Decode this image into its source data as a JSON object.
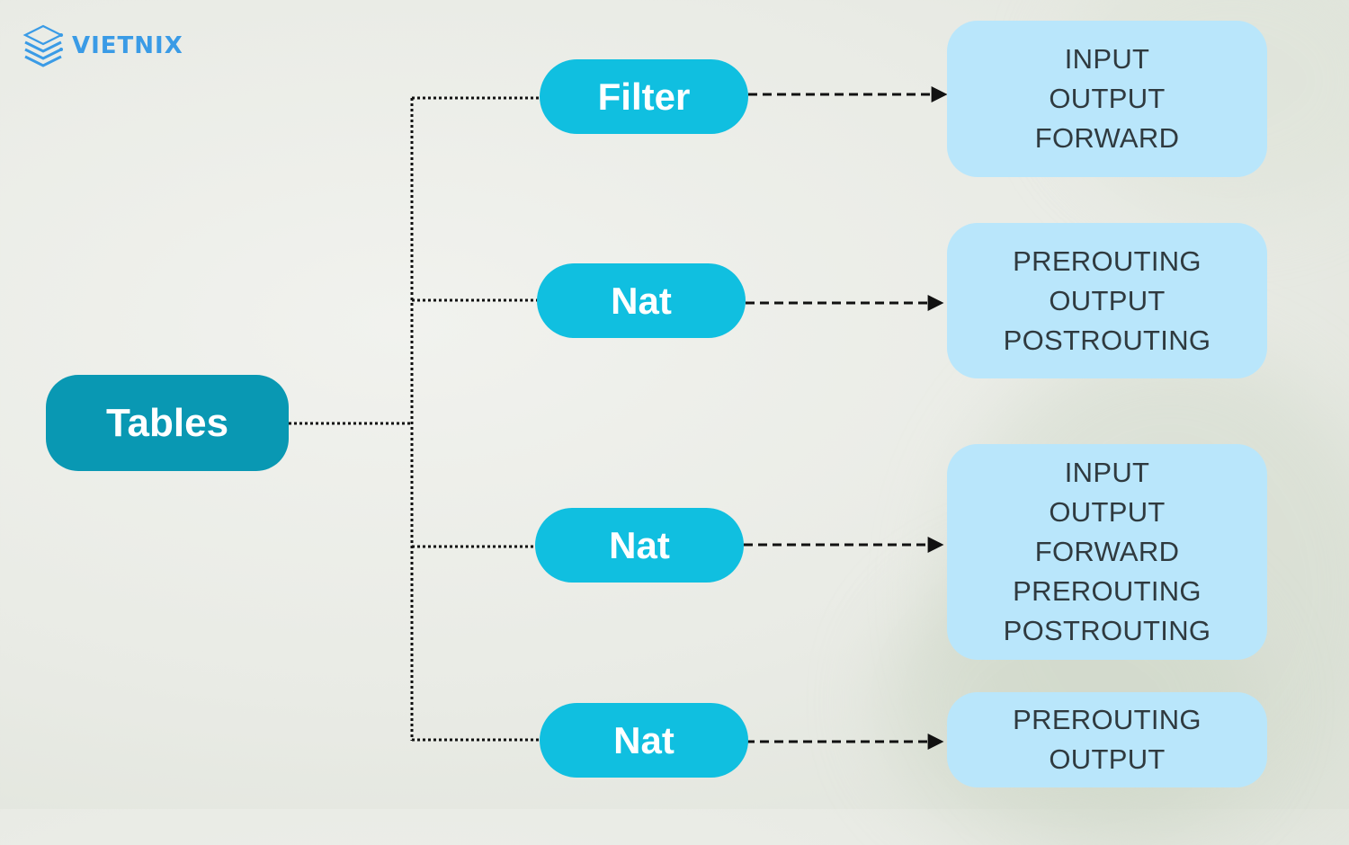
{
  "brand": {
    "name": "VIETNIX",
    "color": "#3a9be6",
    "icon": "stacked-layers-icon"
  },
  "root": {
    "label": "Tables",
    "color": "#0998b3"
  },
  "tables": [
    {
      "label": "Filter",
      "chains": [
        "INPUT",
        "OUTPUT",
        "FORWARD"
      ]
    },
    {
      "label": "Nat",
      "chains": [
        "PREROUTING",
        "OUTPUT",
        "POSTROUTING"
      ]
    },
    {
      "label": "Nat",
      "chains": [
        "INPUT",
        "OUTPUT",
        "FORWARD",
        "PREROUTING",
        "POSTROUTING"
      ]
    },
    {
      "label": "Nat",
      "chains": [
        "PREROUTING",
        "OUTPUT"
      ]
    }
  ],
  "colors": {
    "table_node": "#10bfe0",
    "chain_box": "#b9e6fb",
    "chain_text": "#2f3a3f",
    "connector": "#111111"
  }
}
